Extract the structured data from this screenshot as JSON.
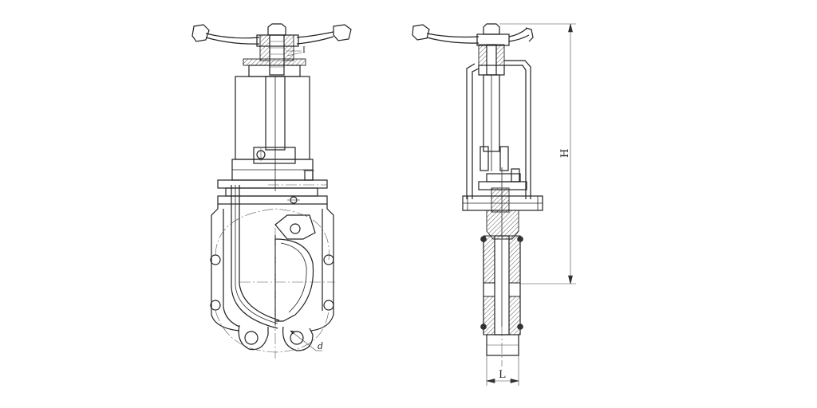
{
  "labels": {
    "height": "H",
    "length": "L",
    "diameter": "d",
    "detail": "I"
  }
}
